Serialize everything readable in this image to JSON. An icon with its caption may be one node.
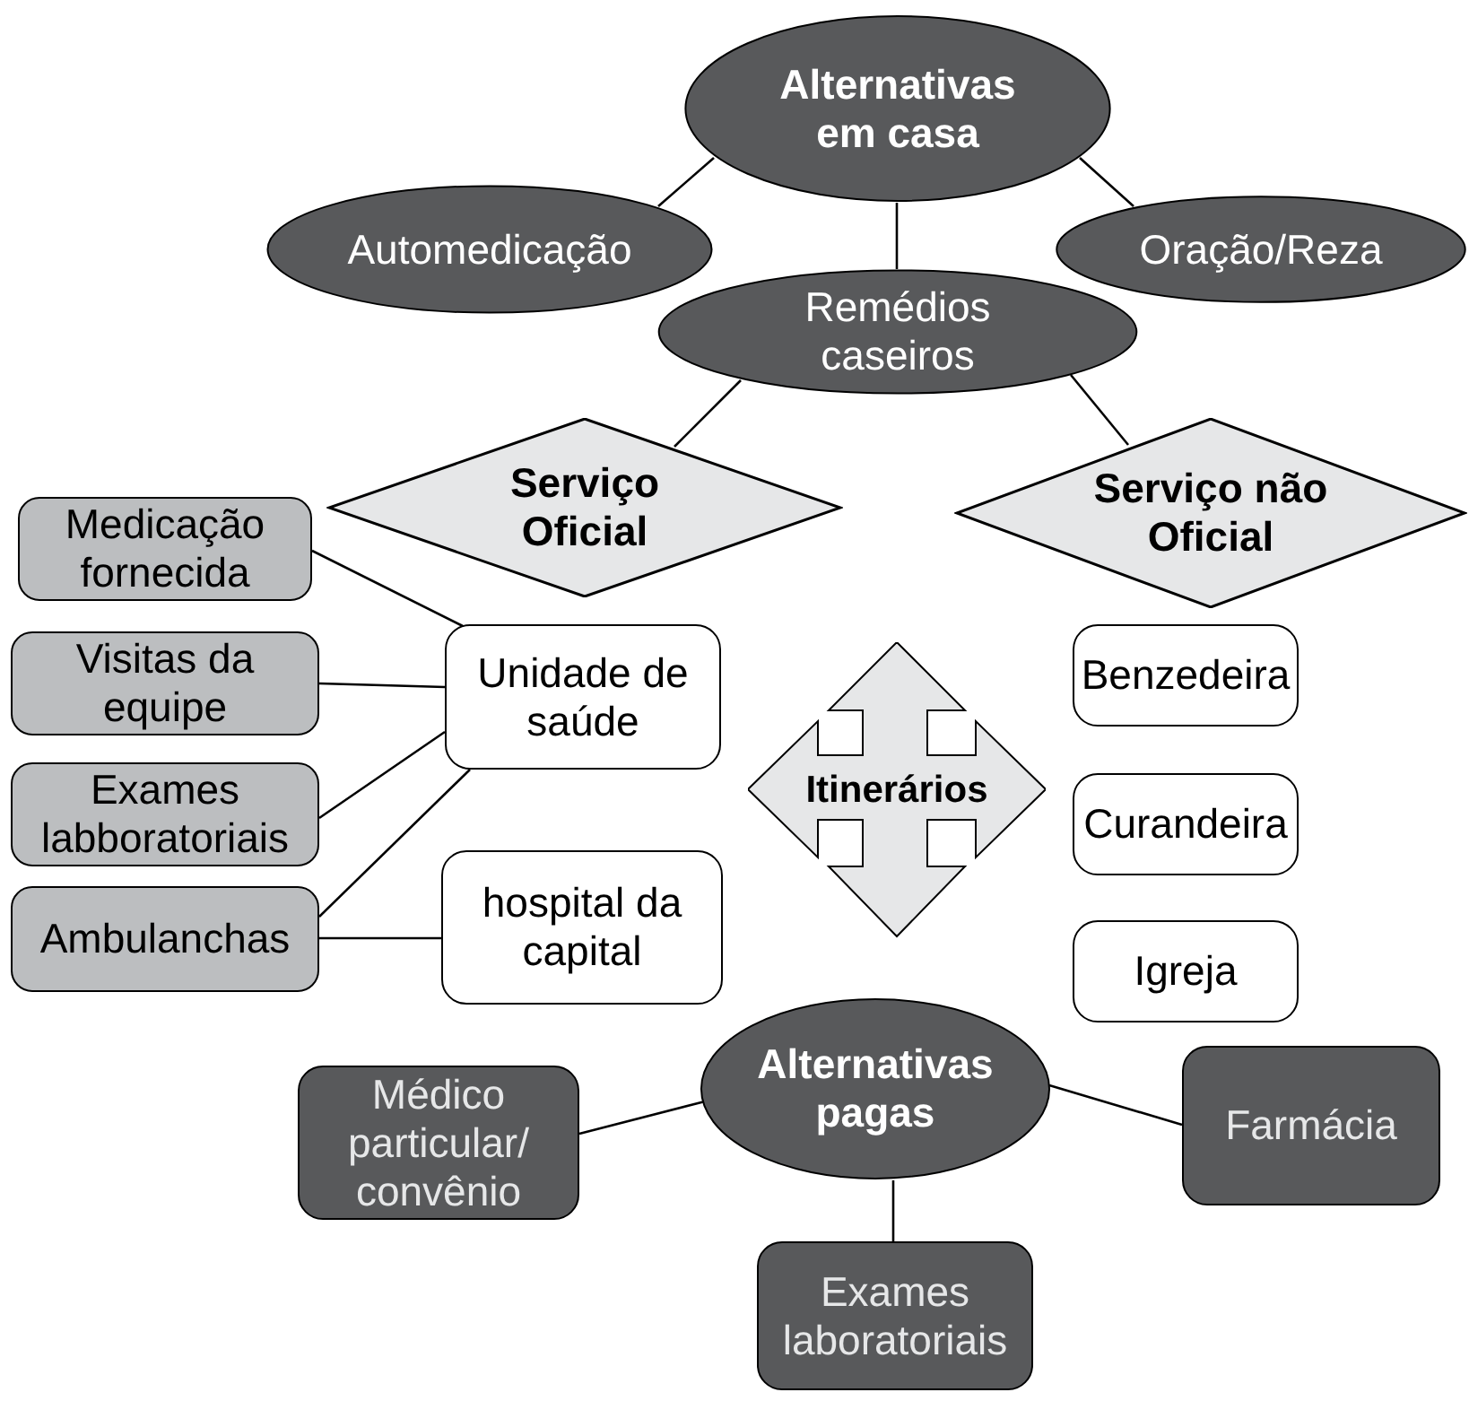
{
  "diagram": {
    "nodes": [
      {
        "text": [
          "Alternativas em casa"
        ]
      },
      {
        "text": [
          "Automedicação"
        ]
      },
      {
        "text": [
          "Oração/Reza"
        ]
      },
      {
        "text": [
          "Remédios caseiros"
        ]
      },
      {
        "text": [
          "Serviço Oficial"
        ]
      },
      {
        "text": [
          "Serviço não Oficial"
        ]
      },
      {
        "text": [
          "Medicação fornecida"
        ]
      },
      {
        "text": [
          "Unidade de saúde"
        ]
      },
      {
        "text": [
          "Visitas da equipe"
        ]
      },
      {
        "text": [
          "Exames labboratoriais"
        ]
      },
      {
        "text": [
          "Ambulanchas"
        ]
      },
      {
        "text": [
          "hospital da capital"
        ]
      },
      {
        "text": [
          "Itinerários"
        ]
      },
      {
        "text": [
          "Benzedeira"
        ]
      },
      {
        "text": [
          "Curandeira"
        ]
      },
      {
        "text": [
          "Igreja"
        ]
      },
      {
        "text": [
          "Alternativas pagas"
        ]
      },
      {
        "text": [
          "Médico particular/ convênio"
        ]
      },
      {
        "text": [
          "Farmácia"
        ]
      },
      {
        "text": [
          "Exames laboratoriais"
        ]
      }
    ],
    "edges": [
      {
        "from": 0,
        "to": 1,
        "arrow": "none"
      },
      {
        "from": 0,
        "to": 2,
        "arrow": "none"
      },
      {
        "from": 0,
        "to": 3,
        "arrow": "none"
      },
      {
        "from": 3,
        "to": 4,
        "arrow": "none"
      },
      {
        "from": 3,
        "to": 5,
        "arrow": "none"
      },
      {
        "from": 6,
        "to": 7,
        "arrow": "none"
      },
      {
        "from": 8,
        "to": 7,
        "arrow": "none"
      },
      {
        "from": 9,
        "to": 7,
        "arrow": "none"
      },
      {
        "from": 10,
        "to": 7,
        "arrow": "none"
      },
      {
        "from": 10,
        "to": 11,
        "arrow": "none"
      },
      {
        "from": 16,
        "to": 17,
        "arrow": "none"
      },
      {
        "from": 16,
        "to": 18,
        "arrow": "none"
      },
      {
        "from": 16,
        "to": 19,
        "arrow": "none"
      }
    ]
  }
}
